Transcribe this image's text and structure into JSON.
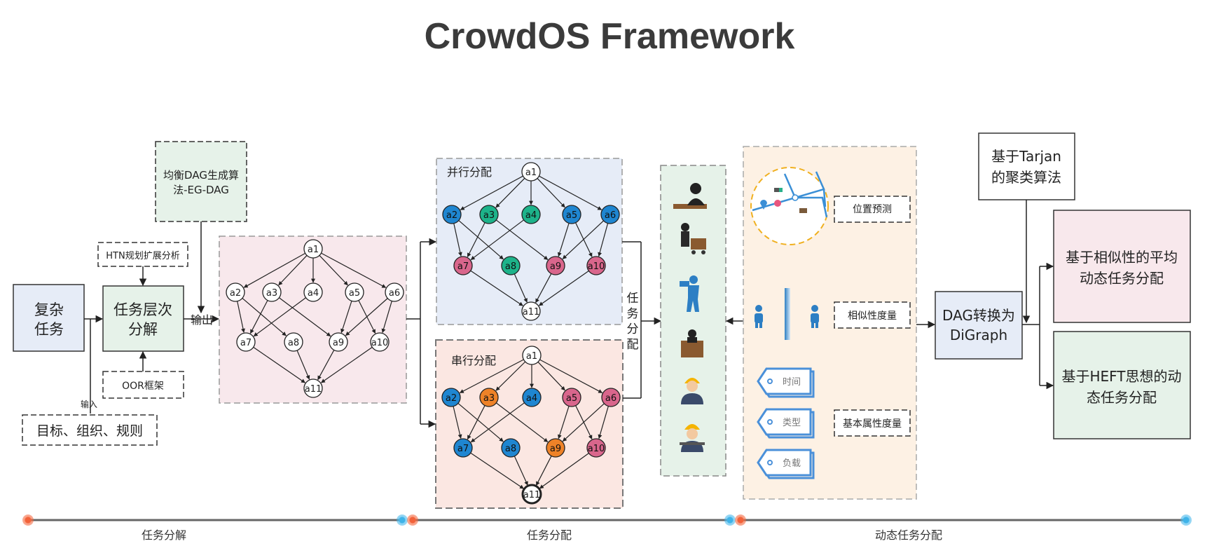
{
  "title": "CrowdOS Framework",
  "colors": {
    "blue": "#1f86d1",
    "green": "#1db38a",
    "pink": "#d9668c",
    "orange": "#ee8228",
    "white": "#ffffff"
  },
  "input_section": {
    "complex_task": [
      "复杂",
      "任务"
    ],
    "decomposition": [
      "任务层次",
      "分解"
    ],
    "htn_label": "HTN规划扩展分析",
    "oor_label": "OOR框架",
    "goals_label": "目标、组织、规则",
    "input_label": "输入",
    "output_label": "输出",
    "egdag": [
      "均衡DAG生成算",
      "法-EG-DAG"
    ]
  },
  "dag_groups": {
    "parallel_label": "并行分配",
    "serial_label": "串行分配",
    "assign_label": [
      "任",
      "务",
      "分",
      "配"
    ]
  },
  "dag_nodes": {
    "a1": "a1",
    "a2": "a2",
    "a3": "a3",
    "a4": "a4",
    "a5": "a5",
    "a6": "a6",
    "a7": "a7",
    "a8": "a8",
    "a9": "a9",
    "a10": "a10",
    "a11": "a11"
  },
  "node_colors": {
    "main": {
      "a1": "white",
      "a2": "white",
      "a3": "white",
      "a4": "white",
      "a5": "white",
      "a6": "white",
      "a7": "white",
      "a8": "white",
      "a9": "white",
      "a10": "white",
      "a11": "white"
    },
    "parallel": {
      "a1": "white",
      "a2": "blue",
      "a3": "green",
      "a4": "green",
      "a5": "blue",
      "a6": "blue",
      "a7": "pink",
      "a8": "green",
      "a9": "pink",
      "a10": "pink",
      "a11": "white"
    },
    "serial": {
      "a1": "white",
      "a2": "blue",
      "a3": "orange",
      "a4": "blue",
      "a5": "pink",
      "a6": "pink",
      "a7": "blue",
      "a8": "blue",
      "a9": "orange",
      "a10": "pink",
      "a11": "white"
    }
  },
  "workers": [
    "office-worker-icon",
    "courier-worker-icon",
    "photographer-worker-icon",
    "clerk-worker-icon",
    "builder-worker-icon",
    "miner-worker-icon"
  ],
  "metrics": {
    "location": "位置预测",
    "similarity": "相似性度量",
    "attributes": "基本属性度量",
    "tags": [
      "时间",
      "类型",
      "负载"
    ]
  },
  "right_section": {
    "tarjan": [
      "基于Tarjan",
      "的聚类算法"
    ],
    "digraph": [
      "DAG转换为",
      "DiGraph"
    ],
    "similarity_alloc": [
      "基于相似性的平均",
      "动态任务分配"
    ],
    "heft_alloc": [
      "基于HEFT思想的动",
      "态任务分配"
    ]
  },
  "timeline": {
    "stages": [
      "任务分解",
      "任务分配",
      "动态任务分配"
    ],
    "start_color": "#f2623a",
    "end_color": "#3fb3e8"
  }
}
